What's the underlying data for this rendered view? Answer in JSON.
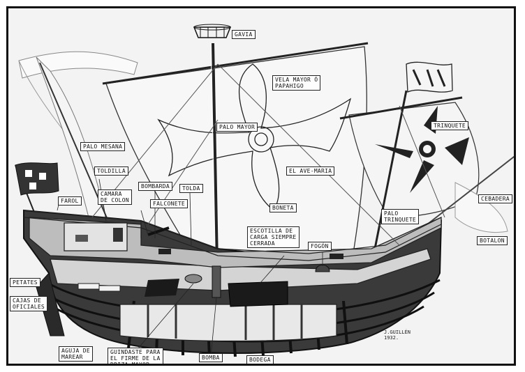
{
  "labels": {
    "gavia": "GAVIA",
    "vela_mayor": "VELA MAYOR Ó\nPAPAHIGO",
    "palo_mayor": "PALO MAYOR",
    "trinquete": "TRINQUETE",
    "palo_mesana": "PALO MESANA",
    "toldilla": "TOLDILLA",
    "el_ave_maria": "EL AVE-MARIA",
    "bombarda": "BOMBARDA",
    "tolda": "TOLDA",
    "camara_de_colon": "CAMARA\nDE COLON",
    "farol": "FAROL",
    "falconete": "FALCONETE",
    "boneta": "BONETA",
    "cebadera": "CEBADERA",
    "palo_trinquete": "PALO\nTRINQUETE",
    "escotilla": "ESCOTILLA DE\nCARGA SIEMPRE\nCERRADA",
    "fogon": "FOGÓN",
    "botalon": "BOTALON",
    "petates": "PETATES",
    "cajas_de_oficiales": "CAJAS DE\nOFICIALES",
    "aguja_de_marear": "AGUJA DE\nMAREAR",
    "guindaste": "GUINDASTE PARA\nEL FIRME DE LA\nDRIZA MAYOR",
    "bomba": "BOMBA",
    "bodega": "BODEGA"
  },
  "signature": "J.GUILLÉN\n1932."
}
